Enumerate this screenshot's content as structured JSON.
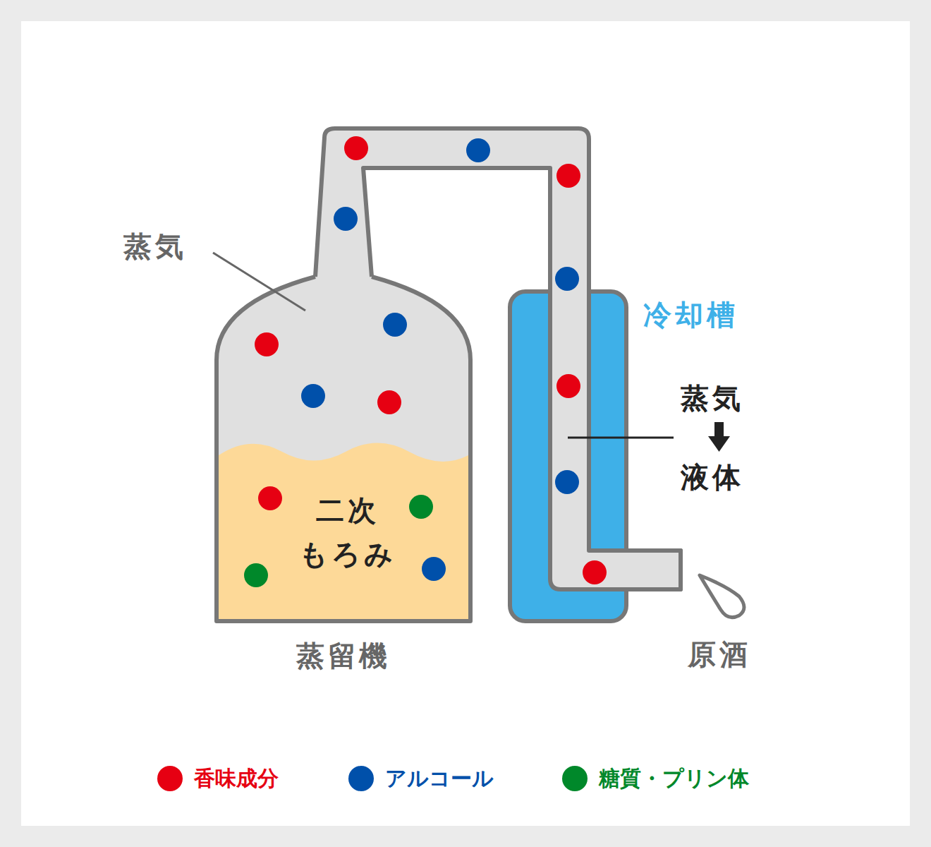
{
  "diagram": {
    "nodes": [
      {
        "text": [
          "蒸留機"
        ]
      },
      {
        "text": [
          "二次 もろみ"
        ],
        "in": 0
      },
      {
        "text": [
          "冷却槽"
        ]
      }
    ],
    "labels": [
      "蒸気",
      "蒸気",
      "液体",
      "原酒"
    ],
    "legend": [
      {
        "text": "香味成分",
        "color": "#e60012"
      },
      {
        "text": "アルコール",
        "color": "#0050aa"
      },
      {
        "text": "糖質・プリン体",
        "color": "#00882a"
      }
    ]
  }
}
